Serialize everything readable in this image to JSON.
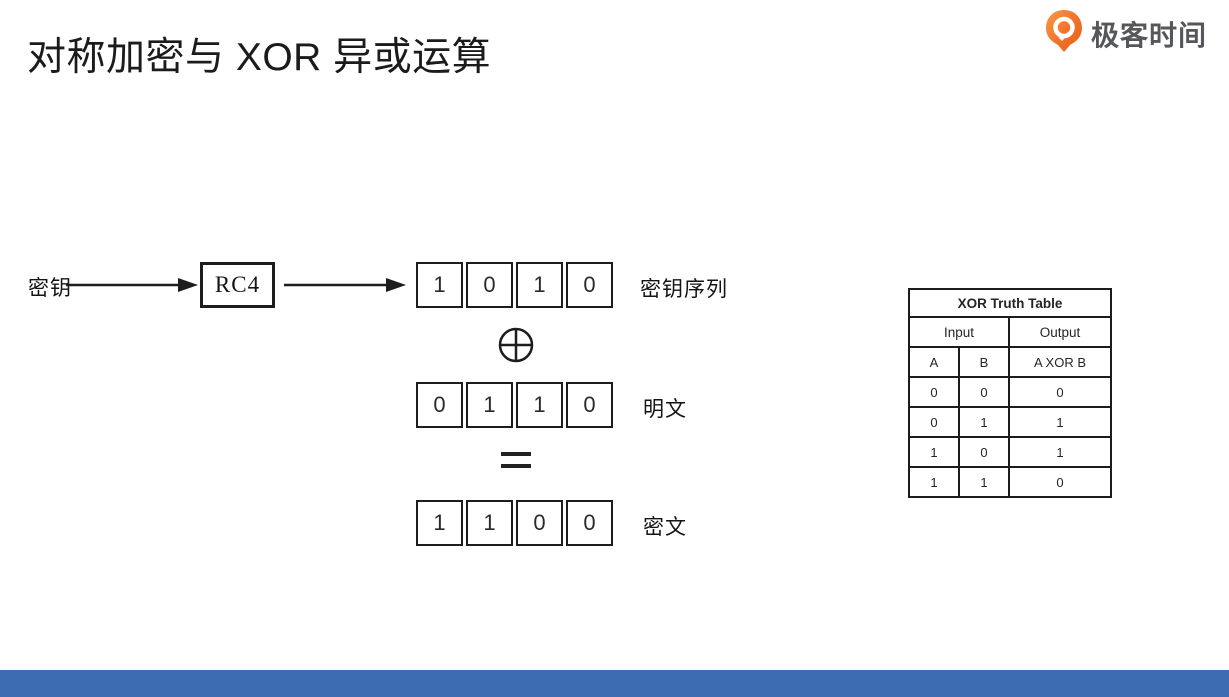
{
  "page": {
    "footer_color": "#3e6cb0",
    "stroke_color": "#1d1d1d",
    "logo_orange": "#f0712a"
  },
  "header": {
    "title": "对称加密与 XOR 异或运算",
    "logo_text": "极客时间"
  },
  "diagram": {
    "key_label": "密钥",
    "rc4_label": "RC4",
    "keystream": {
      "bits": [
        "1",
        "0",
        "1",
        "0"
      ],
      "label": "密钥序列"
    },
    "xor_symbol": "⊕",
    "plaintext": {
      "bits": [
        "0",
        "1",
        "1",
        "0"
      ],
      "label": "明文"
    },
    "equals_symbol": "=",
    "ciphertext": {
      "bits": [
        "1",
        "1",
        "0",
        "0"
      ],
      "label": "密文"
    }
  },
  "truth_table": {
    "title": "XOR Truth Table",
    "input_header": "Input",
    "output_header": "Output",
    "columns": [
      "A",
      "B",
      "A XOR B"
    ],
    "rows": [
      [
        "0",
        "0",
        "0"
      ],
      [
        "0",
        "1",
        "1"
      ],
      [
        "1",
        "0",
        "1"
      ],
      [
        "1",
        "1",
        "0"
      ]
    ]
  }
}
